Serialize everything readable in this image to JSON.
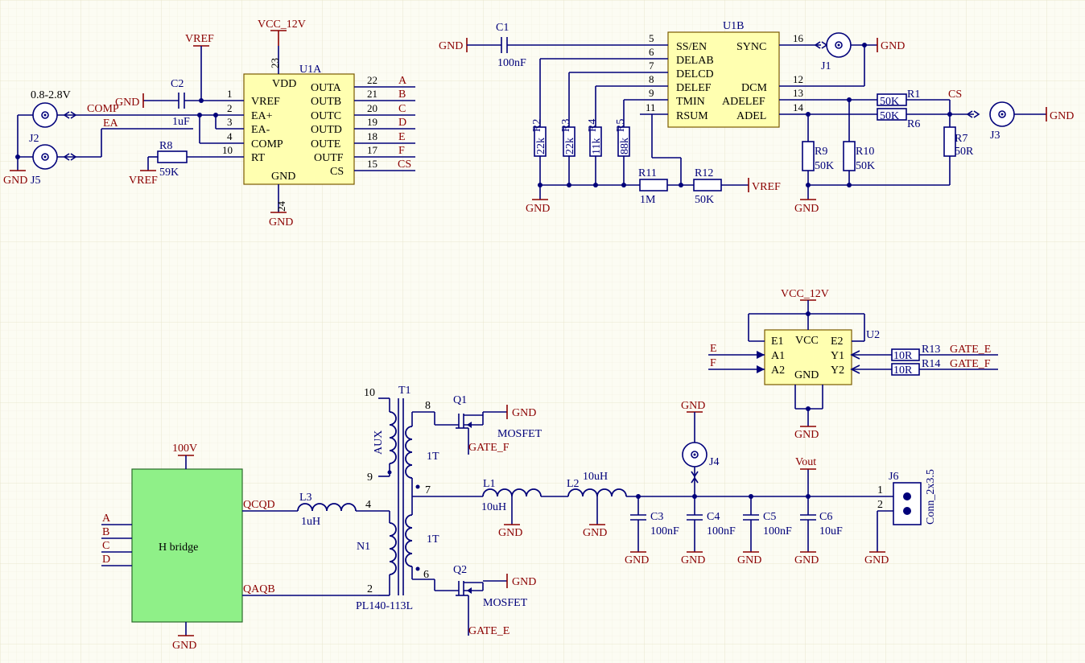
{
  "u1a": {
    "ref": "U1A",
    "pins_left": [
      {
        "num": "1",
        "name": "VREF"
      },
      {
        "num": "2",
        "name": "EA+"
      },
      {
        "num": "3",
        "name": "EA-"
      },
      {
        "num": "4",
        "name": "COMP"
      },
      {
        "num": "10",
        "name": "RT"
      }
    ],
    "pins_right": [
      {
        "num": "22",
        "name": "OUTA",
        "net": "A"
      },
      {
        "num": "21",
        "name": "OUTB",
        "net": "B"
      },
      {
        "num": "20",
        "name": "OUTC",
        "net": "C"
      },
      {
        "num": "19",
        "name": "OUTD",
        "net": "D"
      },
      {
        "num": "18",
        "name": "OUTE",
        "net": "E"
      },
      {
        "num": "17",
        "name": "OUTF",
        "net": "F"
      },
      {
        "num": "15",
        "name": "CS",
        "net": "CS"
      }
    ],
    "top": {
      "num": "23",
      "name": "VDD",
      "net": "VCC_12V"
    },
    "bottom": {
      "num": "24",
      "name": "GND",
      "net": "GND"
    }
  },
  "u1b": {
    "ref": "U1B",
    "pins_left": [
      {
        "num": "5",
        "name": "SS/EN"
      },
      {
        "num": "6",
        "name": "DELAB"
      },
      {
        "num": "7",
        "name": "DELCD"
      },
      {
        "num": "8",
        "name": "DELEF"
      },
      {
        "num": "9",
        "name": "TMIN"
      },
      {
        "num": "11",
        "name": "RSUM"
      }
    ],
    "pins_right": [
      {
        "num": "16",
        "name": "SYNC"
      },
      {
        "num": "12",
        "name": "DCM"
      },
      {
        "num": "13",
        "name": "ADELEF"
      },
      {
        "num": "14",
        "name": "ADEL"
      }
    ]
  },
  "u2": {
    "ref": "U2",
    "pins": {
      "e1": "E1",
      "a1": "A1",
      "a2": "A2",
      "vcc": "VCC",
      "e2": "E2",
      "y1": "Y1",
      "y2": "Y2",
      "gnd": "GND"
    }
  },
  "nets": {
    "gnd": "GND",
    "vref": "VREF",
    "vcc": "VCC_12V",
    "comp": "COMP",
    "ea": "EA",
    "cs": "CS",
    "a": "A",
    "b": "B",
    "c": "C",
    "d": "D",
    "e": "E",
    "f": "F",
    "gate_e": "GATE_E",
    "gate_f": "GATE_F",
    "v100": "100V",
    "vout": "Vout",
    "qcqd": "QCQD",
    "qaqb": "QAQB",
    "range": "0.8-2.8V"
  },
  "components": {
    "c1": {
      "ref": "C1",
      "value": "100nF"
    },
    "c2": {
      "ref": "C2",
      "value": "1uF"
    },
    "c3": {
      "ref": "C3",
      "value": "100nF"
    },
    "c4": {
      "ref": "C4",
      "value": "100nF"
    },
    "c5": {
      "ref": "C5",
      "value": "100nF"
    },
    "c6": {
      "ref": "C6",
      "value": "10uF"
    },
    "r1": {
      "ref": "R1",
      "value": "50K"
    },
    "r2": {
      "ref": "R2",
      "value": "22k"
    },
    "r3": {
      "ref": "R3",
      "value": "22k"
    },
    "r4": {
      "ref": "R4",
      "value": "11k"
    },
    "r5": {
      "ref": "R5",
      "value": "88k"
    },
    "r6": {
      "ref": "R6",
      "value": "50K"
    },
    "r7": {
      "ref": "R7",
      "value": "50R"
    },
    "r8": {
      "ref": "R8",
      "value": "59K"
    },
    "r9": {
      "ref": "R9",
      "value": "50K"
    },
    "r10": {
      "ref": "R10",
      "value": "50K"
    },
    "r11": {
      "ref": "R11",
      "value": "1M"
    },
    "r12": {
      "ref": "R12",
      "value": "50K"
    },
    "r13": {
      "ref": "R13",
      "value": "10R"
    },
    "r14": {
      "ref": "R14",
      "value": "10R"
    },
    "l1": {
      "ref": "L1",
      "value": "10uH"
    },
    "l2": {
      "ref": "L2",
      "value": "10uH"
    },
    "l3": {
      "ref": "L3",
      "value": "1uH"
    },
    "j1": {
      "ref": "J1"
    },
    "j2": {
      "ref": "J2"
    },
    "j3": {
      "ref": "J3"
    },
    "j4": {
      "ref": "J4"
    },
    "j5": {
      "ref": "J5"
    },
    "j6": {
      "ref": "J6",
      "value": "Conn_2x3.5",
      "pin1": "1",
      "pin2": "2"
    },
    "q1": {
      "ref": "Q1",
      "value": "MOSFET"
    },
    "q2": {
      "ref": "Q2",
      "value": "MOSFET"
    },
    "t1": {
      "ref": "T1",
      "part": "PL140-113L",
      "aux": "AUX",
      "n1": "N1",
      "turns_top": "1T",
      "turns_bot": "1T",
      "p10": "10",
      "p9": "9",
      "p4": "4",
      "p2": "2",
      "p8": "8",
      "p7": "7",
      "p6": "6"
    },
    "hbridge": {
      "label": "H bridge"
    }
  }
}
